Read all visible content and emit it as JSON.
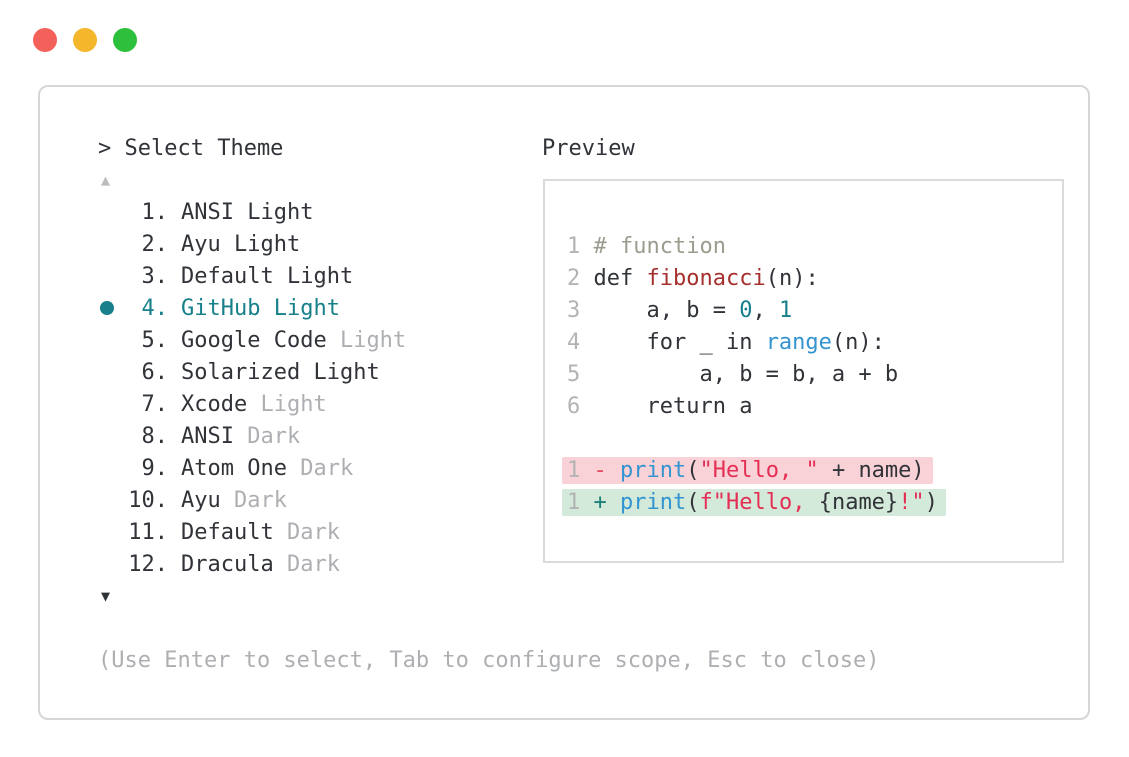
{
  "window": {
    "traffic_lights": [
      {
        "name": "close",
        "color": "#f4605a"
      },
      {
        "name": "minimize",
        "color": "#f4b62b"
      },
      {
        "name": "zoom",
        "color": "#2dc03c"
      }
    ]
  },
  "palette": {
    "panel_border": "#d5d6d8",
    "preview_border": "#d9dadb",
    "text_dark": "#303338",
    "text_muted": "#adafb2",
    "line_number": "#b1b3b5",
    "scroll_up": "#babcbe",
    "scroll_down": "#2f3237",
    "accent": "#17808a",
    "comment": "#9a9d8e",
    "function_name": "#a5302d",
    "call": "#3494d0",
    "number_literal": "#17808a",
    "string": "#e42e54",
    "diff_minus": "#e24a66",
    "diff_plus": "#1b8076",
    "removed_bg": "#f8d2d6",
    "added_bg": "#d3e9da"
  },
  "selector": {
    "prompt": "> Select Theme",
    "scroll_up_icon": "▲",
    "scroll_down_icon": "▼",
    "items": [
      {
        "number": "1.",
        "name": "ANSI",
        "variant": "Light",
        "variant_muted": false,
        "selected": false
      },
      {
        "number": "2.",
        "name": "Ayu",
        "variant": "Light",
        "variant_muted": false,
        "selected": false
      },
      {
        "number": "3.",
        "name": "Default",
        "variant": "Light",
        "variant_muted": false,
        "selected": false
      },
      {
        "number": "4.",
        "name": "GitHub",
        "variant": "Light",
        "variant_muted": false,
        "selected": true
      },
      {
        "number": "5.",
        "name": "Google Code",
        "variant": "Light",
        "variant_muted": true,
        "selected": false
      },
      {
        "number": "6.",
        "name": "Solarized",
        "variant": "Light",
        "variant_muted": false,
        "selected": false
      },
      {
        "number": "7.",
        "name": "Xcode",
        "variant": "Light",
        "variant_muted": true,
        "selected": false
      },
      {
        "number": "8.",
        "name": "ANSI",
        "variant": "Dark",
        "variant_muted": true,
        "selected": false
      },
      {
        "number": "9.",
        "name": "Atom One",
        "variant": "Dark",
        "variant_muted": true,
        "selected": false
      },
      {
        "number": "10.",
        "name": "Ayu",
        "variant": "Dark",
        "variant_muted": true,
        "selected": false
      },
      {
        "number": "11.",
        "name": "Default",
        "variant": "Dark",
        "variant_muted": true,
        "selected": false
      },
      {
        "number": "12.",
        "name": "Dracula",
        "variant": "Dark",
        "variant_muted": true,
        "selected": false
      }
    ],
    "hint": "(Use Enter to select, Tab to configure scope, Esc to close)"
  },
  "preview": {
    "title": "Preview",
    "code_lines": [
      {
        "type": "normal",
        "number": "1",
        "segments": [
          {
            "text": "# function",
            "color": "comment"
          }
        ]
      },
      {
        "type": "normal",
        "number": "2",
        "segments": [
          {
            "text": "def ",
            "color": "dark"
          },
          {
            "text": "fibonacci",
            "color": "function_name"
          },
          {
            "text": "(n):",
            "color": "dark"
          }
        ]
      },
      {
        "type": "normal",
        "number": "3",
        "segments": [
          {
            "text": "    a, b = ",
            "color": "dark"
          },
          {
            "text": "0",
            "color": "number_literal"
          },
          {
            "text": ", ",
            "color": "dark"
          },
          {
            "text": "1",
            "color": "number_literal"
          }
        ]
      },
      {
        "type": "normal",
        "number": "4",
        "segments": [
          {
            "text": "    for _ in ",
            "color": "dark"
          },
          {
            "text": "range",
            "color": "call"
          },
          {
            "text": "(n):",
            "color": "dark"
          }
        ]
      },
      {
        "type": "normal",
        "number": "5",
        "segments": [
          {
            "text": "        a, b = b, a + b",
            "color": "dark"
          }
        ]
      },
      {
        "type": "normal",
        "number": "6",
        "segments": [
          {
            "text": "    return a",
            "color": "dark"
          }
        ]
      },
      {
        "type": "blank",
        "number": "",
        "segments": []
      },
      {
        "type": "removed",
        "number": "1",
        "segments": [
          {
            "text": "- ",
            "color": "diff_minus"
          },
          {
            "text": "print",
            "color": "call"
          },
          {
            "text": "(",
            "color": "dark"
          },
          {
            "text": "\"Hello, \"",
            "color": "string"
          },
          {
            "text": " + name)",
            "color": "dark"
          }
        ]
      },
      {
        "type": "added",
        "number": "1",
        "segments": [
          {
            "text": "+ ",
            "color": "diff_plus"
          },
          {
            "text": "print",
            "color": "call"
          },
          {
            "text": "(",
            "color": "dark"
          },
          {
            "text": "f\"Hello, ",
            "color": "string"
          },
          {
            "text": "{name}",
            "color": "dark"
          },
          {
            "text": "!\"",
            "color": "string"
          },
          {
            "text": ")",
            "color": "dark"
          }
        ]
      }
    ]
  }
}
